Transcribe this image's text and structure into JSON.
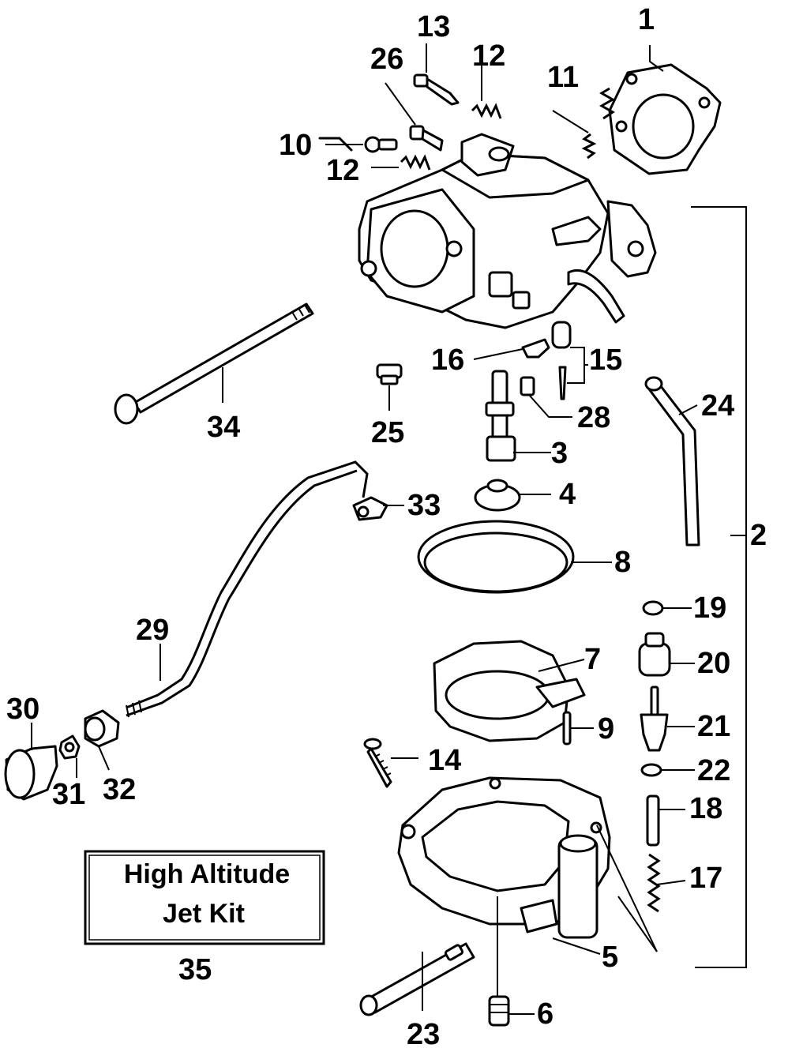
{
  "callouts": [
    {
      "id": "1",
      "text": "1"
    },
    {
      "id": "2",
      "text": "2"
    },
    {
      "id": "3",
      "text": "3"
    },
    {
      "id": "4",
      "text": "4"
    },
    {
      "id": "5",
      "text": "5"
    },
    {
      "id": "6",
      "text": "6"
    },
    {
      "id": "7",
      "text": "7"
    },
    {
      "id": "8",
      "text": "8"
    },
    {
      "id": "9",
      "text": "9"
    },
    {
      "id": "10",
      "text": "10"
    },
    {
      "id": "11",
      "text": "11"
    },
    {
      "id": "12a",
      "text": "12"
    },
    {
      "id": "12b",
      "text": "12"
    },
    {
      "id": "13",
      "text": "13"
    },
    {
      "id": "14",
      "text": "14"
    },
    {
      "id": "15",
      "text": "15"
    },
    {
      "id": "16",
      "text": "16"
    },
    {
      "id": "17",
      "text": "17"
    },
    {
      "id": "18",
      "text": "18"
    },
    {
      "id": "19",
      "text": "19"
    },
    {
      "id": "20",
      "text": "20"
    },
    {
      "id": "21",
      "text": "21"
    },
    {
      "id": "22",
      "text": "22"
    },
    {
      "id": "23",
      "text": "23"
    },
    {
      "id": "24",
      "text": "24"
    },
    {
      "id": "25",
      "text": "25"
    },
    {
      "id": "26",
      "text": "26"
    },
    {
      "id": "28",
      "text": "28"
    },
    {
      "id": "29",
      "text": "29"
    },
    {
      "id": "30",
      "text": "30"
    },
    {
      "id": "31",
      "text": "31"
    },
    {
      "id": "32",
      "text": "32"
    },
    {
      "id": "33",
      "text": "33"
    },
    {
      "id": "34",
      "text": "34"
    },
    {
      "id": "35",
      "text": "35"
    }
  ],
  "kit_box": {
    "line1": "High Altitude",
    "line2": "Jet Kit"
  }
}
